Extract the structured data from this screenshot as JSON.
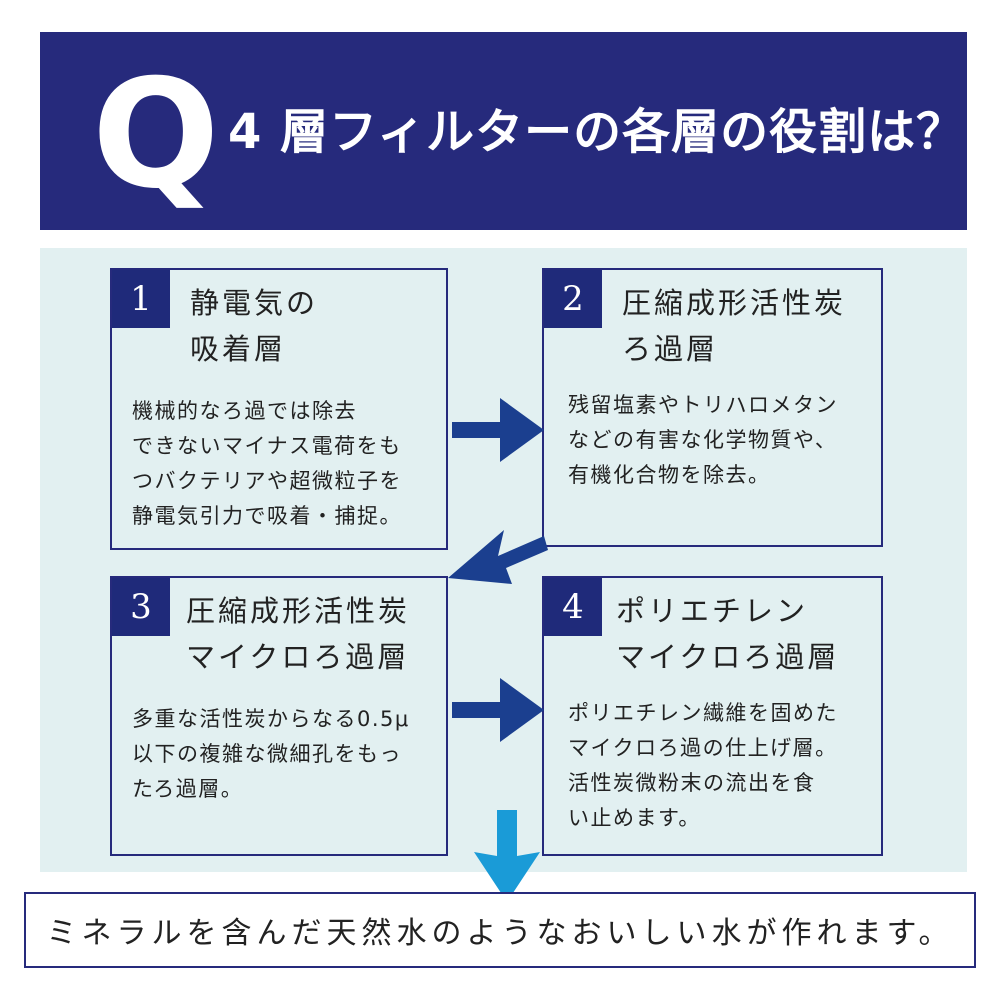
{
  "header": {
    "q_letter": "Q",
    "title": "4 層フィルターの各層の役割は？"
  },
  "colors": {
    "header_bg": "#262a7c",
    "panel_bg": "#e2f0f1",
    "border": "#262a7c",
    "arrow_navy": "#1b3f8f",
    "arrow_cyan": "#1a9bd7"
  },
  "boxes": [
    {
      "number": "1",
      "heading": [
        "静電気の",
        "吸着層"
      ],
      "body": [
        "機械的なろ過では除去",
        "できないマイナス電荷をも",
        "つバクテリアや超微粒子を",
        "静電気引力で吸着・捕捉。"
      ]
    },
    {
      "number": "2",
      "heading": [
        "圧縮成形活性炭",
        "ろ過層"
      ],
      "body": [
        "残留塩素やトリハロメタン",
        "などの有害な化学物質や、",
        "有機化合物を除去。"
      ]
    },
    {
      "number": "3",
      "heading": [
        "圧縮成形活性炭",
        "マイクロろ過層"
      ],
      "body": [
        "多重な活性炭からなる0.5μ",
        "以下の複雑な微細孔をもっ",
        "たろ過層。"
      ]
    },
    {
      "number": "4",
      "heading": [
        "ポリエチレン",
        "マイクロろ過層"
      ],
      "body": [
        "ポリエチレン繊維を固めた",
        "マイクロろ過の仕上げ層。",
        "活性炭微粉末の流出を食",
        "い止めます。"
      ]
    }
  ],
  "arrows": [
    {
      "name": "arrow-1-to-2",
      "direction": "right"
    },
    {
      "name": "arrow-2-to-3",
      "direction": "down-left"
    },
    {
      "name": "arrow-3-to-4",
      "direction": "right"
    },
    {
      "name": "arrow-to-result",
      "direction": "down"
    }
  ],
  "footer": {
    "text": "ミネラルを含んだ天然水のようなおいしい水が作れます。"
  }
}
